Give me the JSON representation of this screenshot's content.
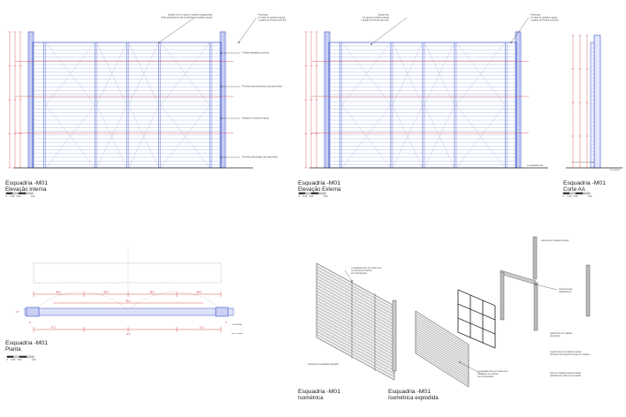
{
  "colors": {
    "blue": "#3c55c8",
    "lightblue": "#8e9fe6",
    "red": "#d12a2a",
    "line": "#333333",
    "gray": "#8a8a8a"
  },
  "scale_labels": [
    "0",
    "0,25",
    "0,50",
    "1,00"
  ],
  "views": {
    "elev_int": {
      "title": "Esquadria -M01",
      "subtitle": "Elevação Interna",
      "notes": [
        "Quadro fixo em ripas de madeira maçaranduba",
        "fixado parcialmente aos montantes da madeira maciça",
        "Porta Ipoa",
        "em ripas de madeira maciça",
        "e quadro de Peroba porta tipo",
        "Tullidas dobradiças externas",
        "Ferrolho para fechamento das duas folhas",
        "Fixação em madeira maciça",
        "Ferrolho para fixação das duas folhas"
      ]
    },
    "elev_ext": {
      "title": "Esquadria -M01",
      "subtitle": "Elevação Externa",
      "notes": [
        "Quadro fixo",
        "em ripas de madeira maciça",
        "e quadro de Peroba porta tipo",
        "Porta Ipoa",
        "em ripas de madeira maciça",
        "e quadro de Peroba porta tipo",
        "ZONA AMBIENTAL"
      ]
    },
    "corte": {
      "title": "Esquadria -M01",
      "subtitle": "Corte AA",
      "notes": [
        "EXTERIOR",
        "revestimento piso acabado"
      ]
    },
    "planta": {
      "title": "Esquadria -M01",
      "subtitle": "Planta",
      "dims": [
        "88,3",
        "88,3",
        "88,3",
        "88,3",
        "88,3",
        "27,3",
        "27,3",
        "8",
        "8",
        "371",
        "27"
      ],
      "notes": [
        "CORTE AA",
        "piso acabado"
      ]
    },
    "iso": {
      "title": "Esquadria -M01",
      "subtitle": "Isométrica",
      "notes": [
        "o esquadria deve ser vista como",
        "um elemento contínuo",
        "com sobrepostos",
        "Conjunto de esquadria explodido"
      ]
    },
    "iso_exp": {
      "title": "Esquadria -M01",
      "subtitle": "Isométrica explodida",
      "notes": [
        "estrutura em madeira maciça",
        "elemento para",
        "deslizamento",
        "quadro fixo em madeira",
        "(tipo ripas)",
        "quadro travel em madeira maciça",
        "elemento sob suporte de Ipoa em madeira",
        "o esquadria deve ser vista como",
        "um elemento contínuo",
        "com sobrepostos",
        "ripas em madeira maciça fixadas",
        "parcialmente sobre as do quadro"
      ]
    }
  }
}
